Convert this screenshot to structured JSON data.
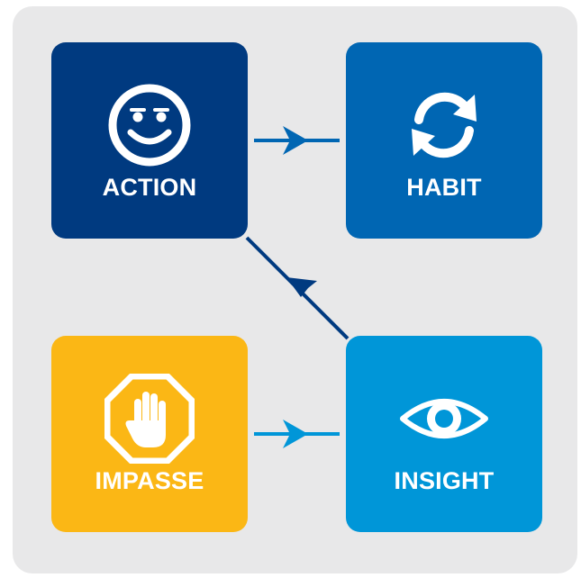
{
  "diagram": {
    "cards": {
      "action": {
        "label": "ACTION",
        "icon": "smiley-face-icon",
        "color": "#003a80"
      },
      "habit": {
        "label": "HABIT",
        "icon": "refresh-cycle-icon",
        "color": "#0066b3"
      },
      "impasse": {
        "label": "IMPASSE",
        "icon": "stop-hand-icon",
        "color": "#fbb715"
      },
      "insight": {
        "label": "INSIGHT",
        "icon": "eye-icon",
        "color": "#0096d8"
      }
    },
    "colors": {
      "panel_background": "#e8e8e9",
      "connector_dark": "#003a80",
      "connector_light": "#0096d8"
    },
    "flow": [
      {
        "from": "action",
        "to": "habit"
      },
      {
        "from": "impasse",
        "to": "insight"
      },
      {
        "from": "insight",
        "to": "action"
      }
    ]
  }
}
